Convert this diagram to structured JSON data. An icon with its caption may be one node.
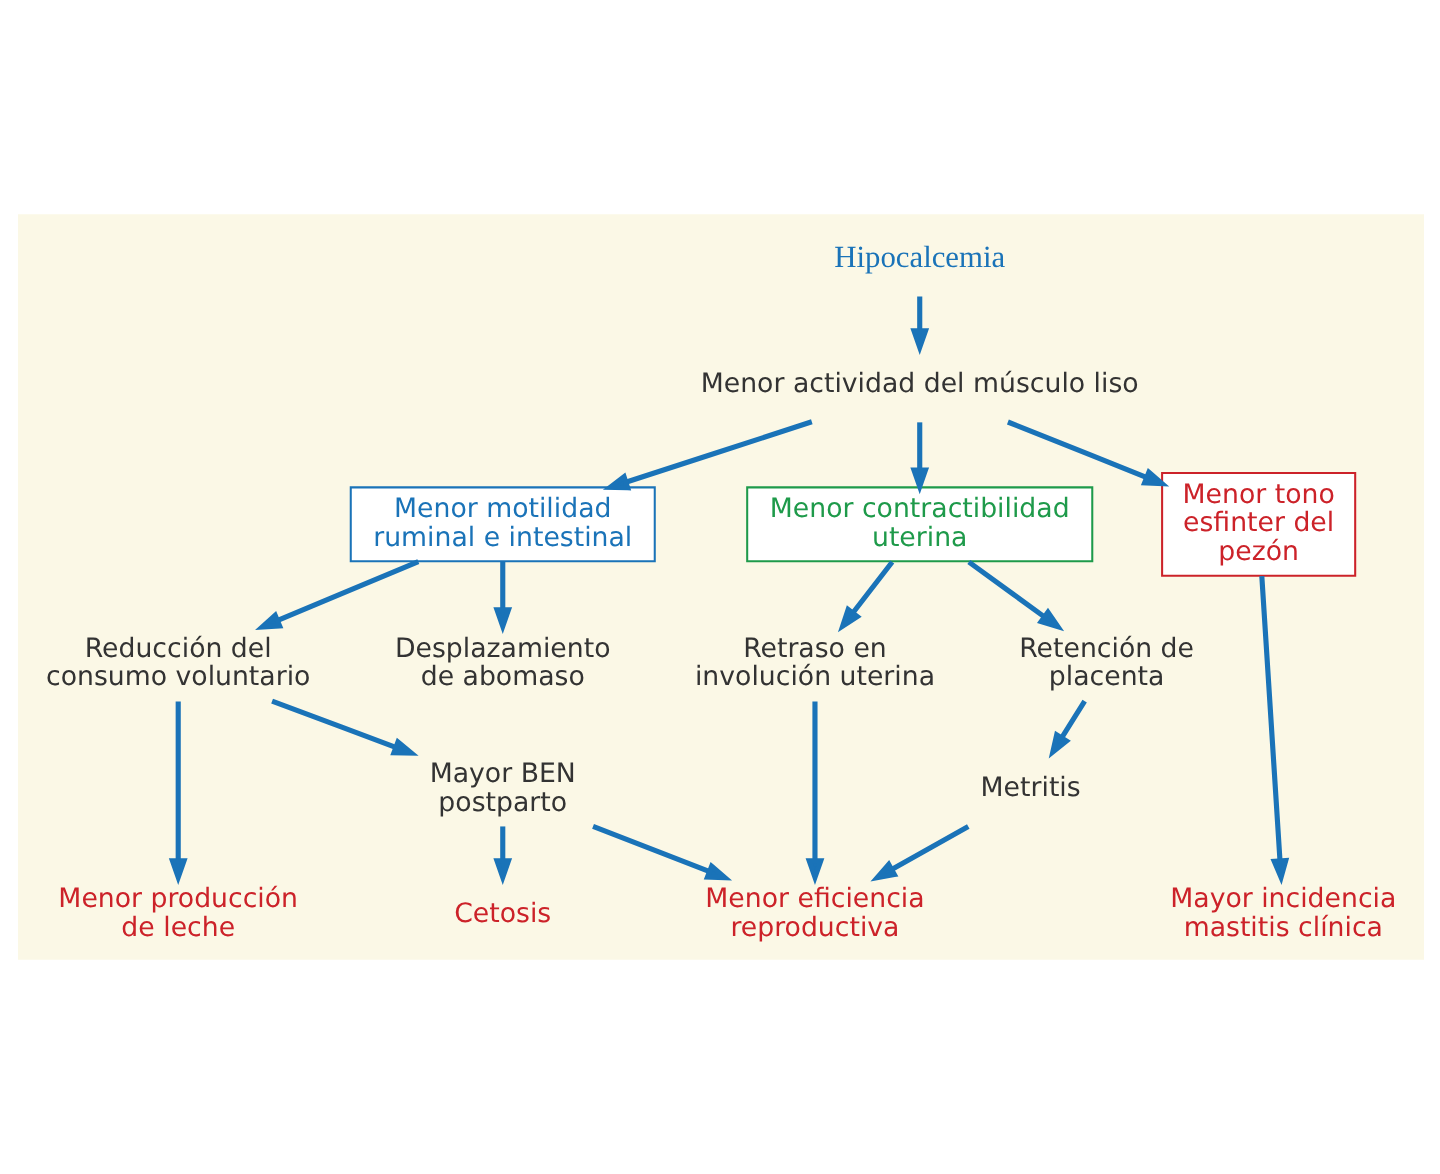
{
  "diagram": {
    "nodes": [
      {
        "text": [
          "Hipocalcemia"
        ]
      },
      {
        "text": [
          "Menor actividad del músculo liso"
        ]
      },
      {
        "text": [
          "Menor motilidad ruminal e intestinal"
        ]
      },
      {
        "text": [
          "Menor contractibilidad uterina"
        ]
      },
      {
        "text": [
          "Menor tono esfinter del pezón"
        ]
      },
      {
        "text": [
          "Desplazamiento de abomaso"
        ]
      },
      {
        "text": [
          "Reducción del consumo voluntario"
        ]
      },
      {
        "text": [
          "Retención de placenta"
        ]
      },
      {
        "text": [
          "Retraso en involución uterina"
        ]
      },
      {
        "text": [
          "Metritis"
        ]
      },
      {
        "text": [
          "Mayor BEN postparto"
        ]
      },
      {
        "text": [
          "Menor producción de leche"
        ]
      },
      {
        "text": [
          "Cetosis"
        ]
      },
      {
        "text": [
          "Menor eficiencia reproductiva"
        ]
      },
      {
        "text": [
          "Mayor incidencia mastitis clínica"
        ]
      }
    ],
    "edges": [
      {
        "from": 0,
        "to": 1,
        "arrow": "to"
      },
      {
        "from": 1,
        "to": 2,
        "arrow": "to"
      },
      {
        "from": 1,
        "to": 3,
        "arrow": "to"
      },
      {
        "from": 1,
        "to": 4,
        "arrow": "to"
      },
      {
        "from": 2,
        "to": 5,
        "arrow": "to"
      },
      {
        "from": 2,
        "to": 6,
        "arrow": "to"
      },
      {
        "from": 3,
        "to": 7,
        "arrow": "to"
      },
      {
        "from": 3,
        "to": 8,
        "arrow": "to"
      },
      {
        "from": 7,
        "to": 9,
        "arrow": "to"
      },
      {
        "from": 6,
        "to": 11,
        "arrow": "to"
      },
      {
        "from": 6,
        "to": 10,
        "arrow": "to"
      },
      {
        "from": 10,
        "to": 12,
        "arrow": "to"
      },
      {
        "from": 10,
        "to": 13,
        "arrow": "to"
      },
      {
        "from": 9,
        "to": 13,
        "arrow": "to"
      },
      {
        "from": 8,
        "to": 13,
        "arrow": "to"
      },
      {
        "from": 4,
        "to": 14,
        "arrow": "to"
      }
    ]
  }
}
